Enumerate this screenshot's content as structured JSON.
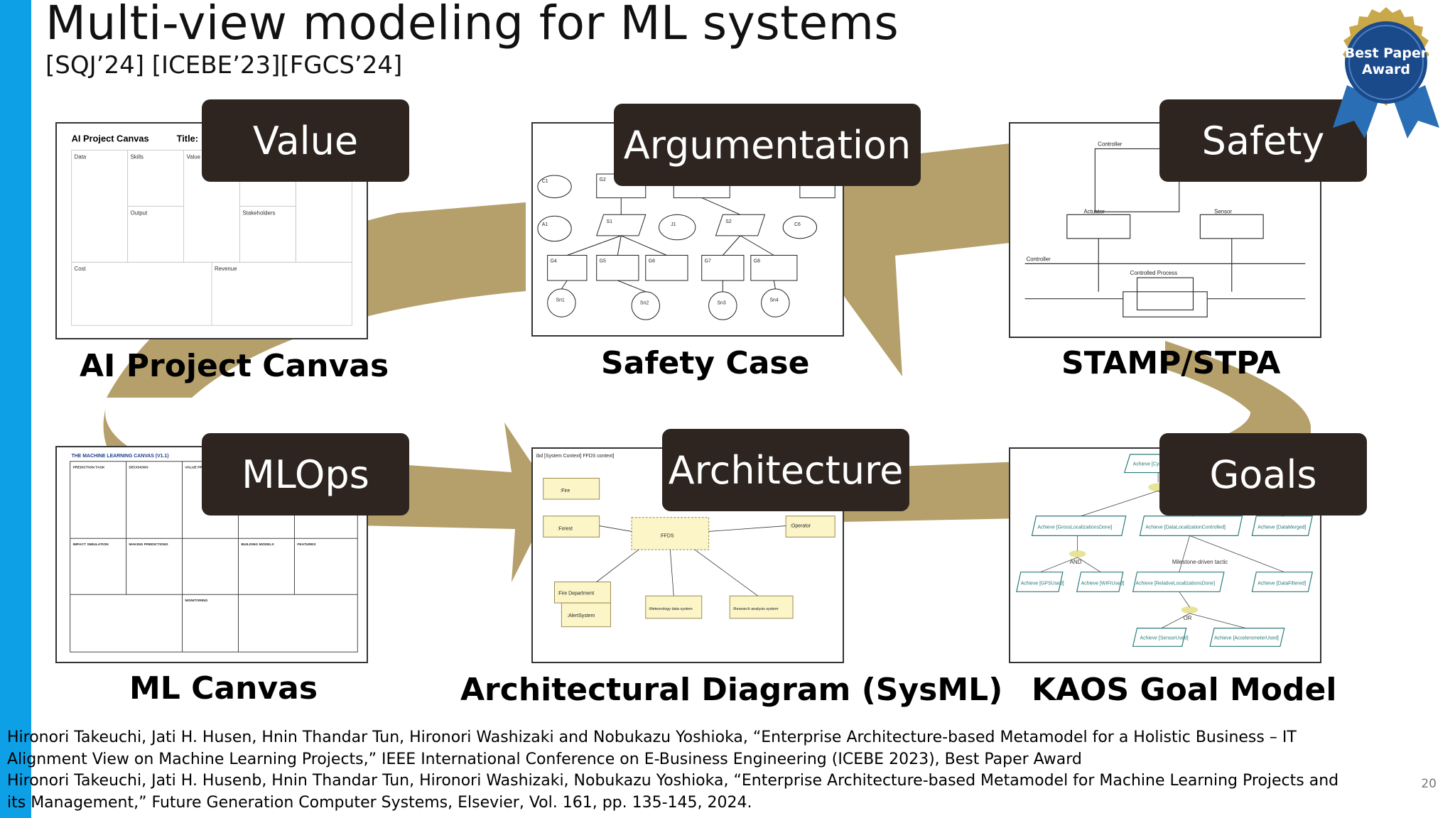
{
  "slide": {
    "title": "Multi-view modeling for ML systems",
    "subtitle": "[SQJ’24] [ICEBE’23][FGCS’24]",
    "page_number": "20",
    "accent_color": "#0ea0e6",
    "arrow_color": "#b5a06c",
    "tag_color": "#2e2520"
  },
  "badge": {
    "line1": "Best Paper",
    "line2": "Award",
    "color": "#1b4a8a",
    "ribbon_color": "#2a6fb5"
  },
  "views": [
    {
      "tag": "Value",
      "caption": "AI Project Canvas",
      "thumb_icon": "ai-project-canvas-thumbnail"
    },
    {
      "tag": "Argumentation",
      "caption": "Safety Case",
      "thumb_icon": "safety-case-thumbnail"
    },
    {
      "tag": "Safety",
      "caption": "STAMP/STPA",
      "thumb_icon": "stamp-stpa-thumbnail"
    },
    {
      "tag": "MLOps",
      "caption": "ML Canvas",
      "thumb_icon": "ml-canvas-thumbnail"
    },
    {
      "tag": "Architecture",
      "caption": "Architectural Diagram (SysML)",
      "thumb_icon": "sysml-diagram-thumbnail"
    },
    {
      "tag": "Goals",
      "caption": "KAOS Goal Model",
      "thumb_icon": "kaos-goal-model-thumbnail"
    }
  ],
  "thumbnails": {
    "canvas": {
      "title": "AI Project Canvas",
      "title_field": "Title:",
      "cells": [
        "Data",
        "Skills",
        "Value",
        "Output",
        "Stakeholders",
        "Cost",
        "Revenue"
      ]
    },
    "ml_canvas": {
      "title": "THE MACHINE LEARNING CANVAS (V1.1)",
      "cells": [
        "PREDICTION TASK",
        "DECISIONS",
        "VALUE PROPOSITION",
        "IMPACT SIMULATION",
        "MAKING PREDICTIONS",
        "BUILDING MODELS",
        "FEATURES",
        "MONITORING"
      ]
    },
    "safety_case": {
      "nodes": [
        "C1",
        "G2",
        "A1",
        "S1",
        "J1",
        "S2",
        "C6",
        "G4",
        "G5",
        "G6",
        "G7",
        "G8",
        "Sn1",
        "Sn2",
        "Sn3",
        "Sn4"
      ]
    },
    "stamp": {
      "labels": [
        "Controller",
        "Actuator",
        "Sensor",
        "Controller",
        "Controlled Process"
      ]
    },
    "sysml": {
      "header": "ibd [System Context] FFDS context]",
      "blocks": [
        ":Fire",
        ":Forest",
        ":FFDS",
        ":Operator",
        ":Fire Department",
        ":AlertSystem",
        ":Meteorology data system",
        ":Research analysis system"
      ]
    },
    "kaos": {
      "nodes": [
        "Achieve [CycabLoc...]",
        "Achieve [GrossLocalizationsDone]",
        "Achieve [DataLocalizationControlled]",
        "Achieve [DataMerged]",
        "Achieve [GPSUsed]",
        "Achieve [WIFIUsed]",
        "Achieve [RelativeLocalizationsDone]",
        "Achieve [DataFiltered]",
        "Achieve [SensorUsed]",
        "Achieve [AccelerometerUsed]"
      ],
      "labels": [
        "AND",
        "OR",
        "Milestone-driven tactic"
      ]
    }
  },
  "references": [
    "Hironori Takeuchi, Jati H. Husen, Hnin Thandar Tun, Hironori Washizaki and Nobukazu Yoshioka, “Enterprise Architecture-based Metamodel for a Holistic Business – IT",
    "Alignment View on Machine Learning Projects,” IEEE International Conference on E-Business Engineering (ICEBE 2023), Best Paper Award",
    "Hironori Takeuchi, Jati H. Husenb, Hnin Thandar Tun, Hironori Washizaki, Nobukazu Yoshioka, “Enterprise Architecture-based Metamodel for Machine Learning Projects and",
    "its Management,” Future Generation Computer Systems, Elsevier, Vol. 161, pp. 135-145, 2024."
  ]
}
